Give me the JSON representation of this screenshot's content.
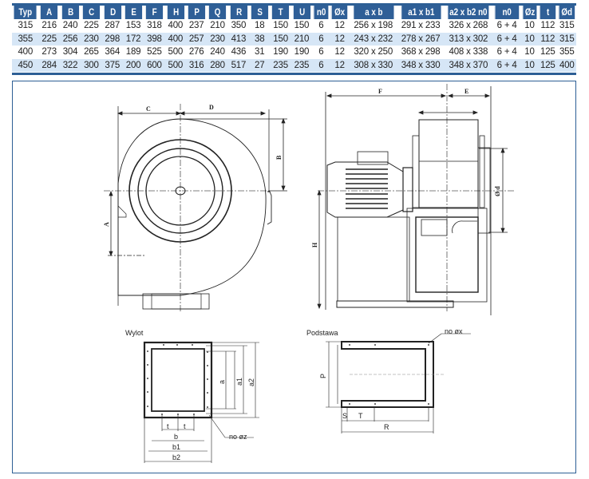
{
  "table": {
    "headers": [
      "Typ",
      "A",
      "B",
      "C",
      "D",
      "E",
      "F",
      "H",
      "P",
      "Q",
      "R",
      "S",
      "T",
      "U",
      "n0",
      "Øx",
      "a x b",
      "a1 x b1",
      "a2 x b2 n0",
      "n0",
      "Øz",
      "t",
      "Ød"
    ],
    "rows": [
      [
        "315",
        "216",
        "240",
        "225",
        "287",
        "153",
        "318",
        "400",
        "237",
        "210",
        "350",
        "18",
        "150",
        "150",
        "6",
        "12",
        "256 x 198",
        "291 x 233",
        "326 x 268",
        "6 + 4",
        "10",
        "112",
        "315"
      ],
      [
        "355",
        "225",
        "256",
        "230",
        "298",
        "172",
        "398",
        "400",
        "257",
        "230",
        "413",
        "38",
        "150",
        "210",
        "6",
        "12",
        "243 x 232",
        "278 x 267",
        "313 x 302",
        "6 + 4",
        "10",
        "112",
        "315"
      ],
      [
        "400",
        "273",
        "304",
        "265",
        "364",
        "189",
        "525",
        "500",
        "276",
        "240",
        "436",
        "31",
        "190",
        "190",
        "6",
        "12",
        "320 x 250",
        "368 x 298",
        "408 x 338",
        "6 + 4",
        "10",
        "125",
        "355"
      ],
      [
        "450",
        "284",
        "322",
        "300",
        "375",
        "200",
        "600",
        "500",
        "316",
        "280",
        "517",
        "27",
        "235",
        "235",
        "6",
        "12",
        "308 x 330",
        "348 x 330",
        "348 x 370",
        "6 + 4",
        "10",
        "125",
        "400"
      ]
    ]
  },
  "drawing": {
    "front_labels": {
      "c": "C",
      "d": "D",
      "b": "B",
      "a": "A"
    },
    "side_labels": {
      "f": "F",
      "e": "E",
      "h": "H",
      "d": "Ø d"
    },
    "outlet": {
      "title": "Wylot",
      "t": "t",
      "b": "b",
      "b1": "b1",
      "b2": "b2",
      "a": "a",
      "a1": "a1",
      "a2": "a2",
      "holes": "no øz"
    },
    "base": {
      "title": "Podstawa",
      "p": "P",
      "s": "S",
      "t": "T",
      "r": "R",
      "holes": "no øx"
    }
  },
  "colors": {
    "header_bg": "#2f5f97",
    "row_alt": "#d6e6f6",
    "frame": "#2d5f95"
  }
}
